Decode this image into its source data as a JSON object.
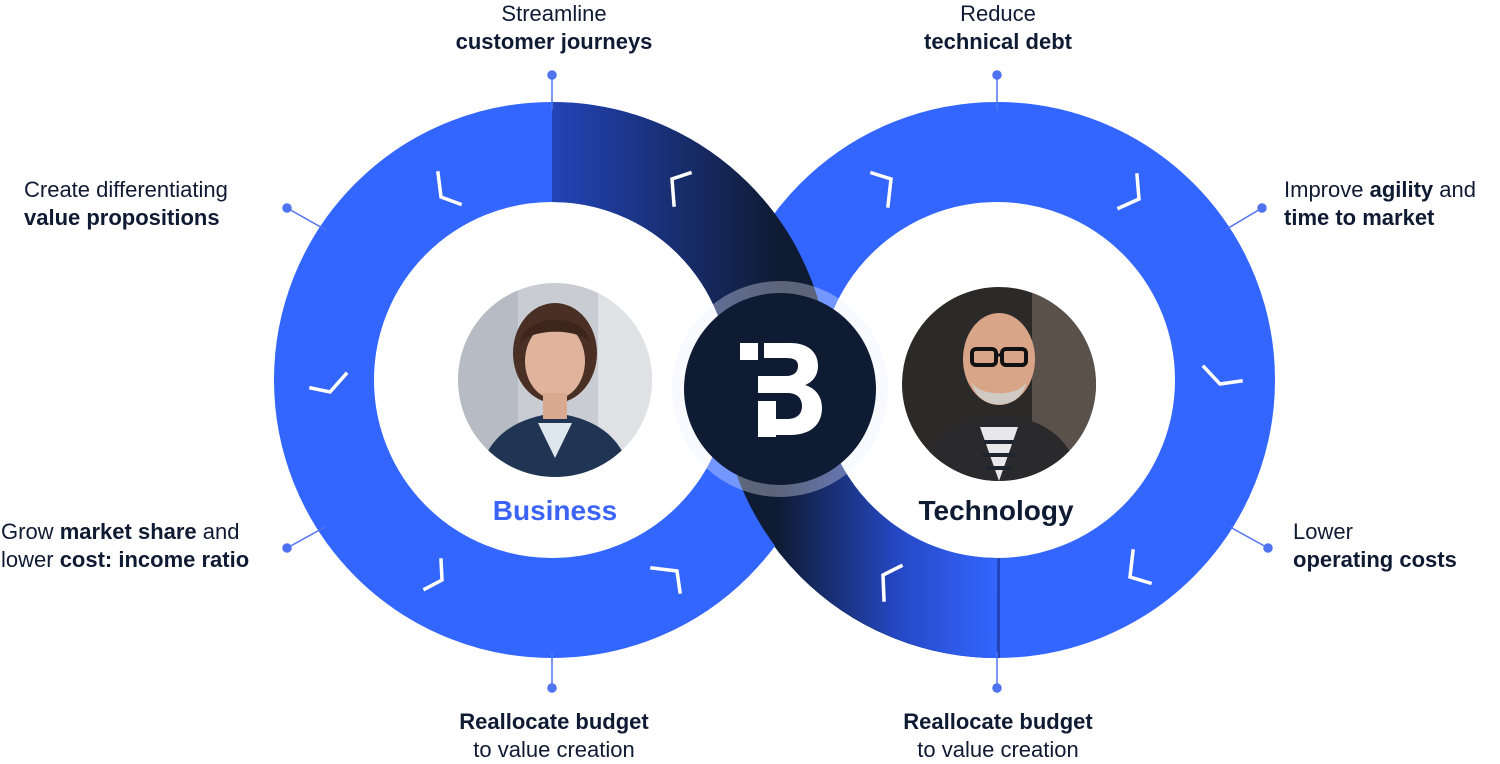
{
  "colors": {
    "ring_blue": "#3366ff",
    "ring_navy": "#0f1b33",
    "business_label": "#3b63f5",
    "technology_label": "#0f1b33",
    "connector": "#4f73f0"
  },
  "business": {
    "label": "Business",
    "portrait_icon": "businesswoman-portrait"
  },
  "technology": {
    "label": "Technology",
    "portrait_icon": "man-with-glasses-portrait"
  },
  "logo": {
    "icon": "b-logo-icon"
  },
  "callouts": {
    "streamline": {
      "line1": "Streamline",
      "line2": "customer journeys"
    },
    "reduce_debt": {
      "line1": "Reduce",
      "line2": "technical debt"
    },
    "value_props": {
      "line1": "Create differentiating",
      "line2": "value propositions"
    },
    "agility": {
      "a": "Improve ",
      "b": "agility",
      "c": " and",
      "line2": "time to market"
    },
    "market_share": {
      "a": "Grow ",
      "b": "market share",
      "c": " and",
      "d": "lower ",
      "e": "cost: income ratio"
    },
    "operating_costs": {
      "line1": "Lower",
      "line2": "operating costs"
    },
    "reallocate_business": {
      "line1": "Reallocate budget",
      "line2": "to value creation"
    },
    "reallocate_technology": {
      "line1": "Reallocate budget",
      "line2": "to value creation"
    }
  }
}
